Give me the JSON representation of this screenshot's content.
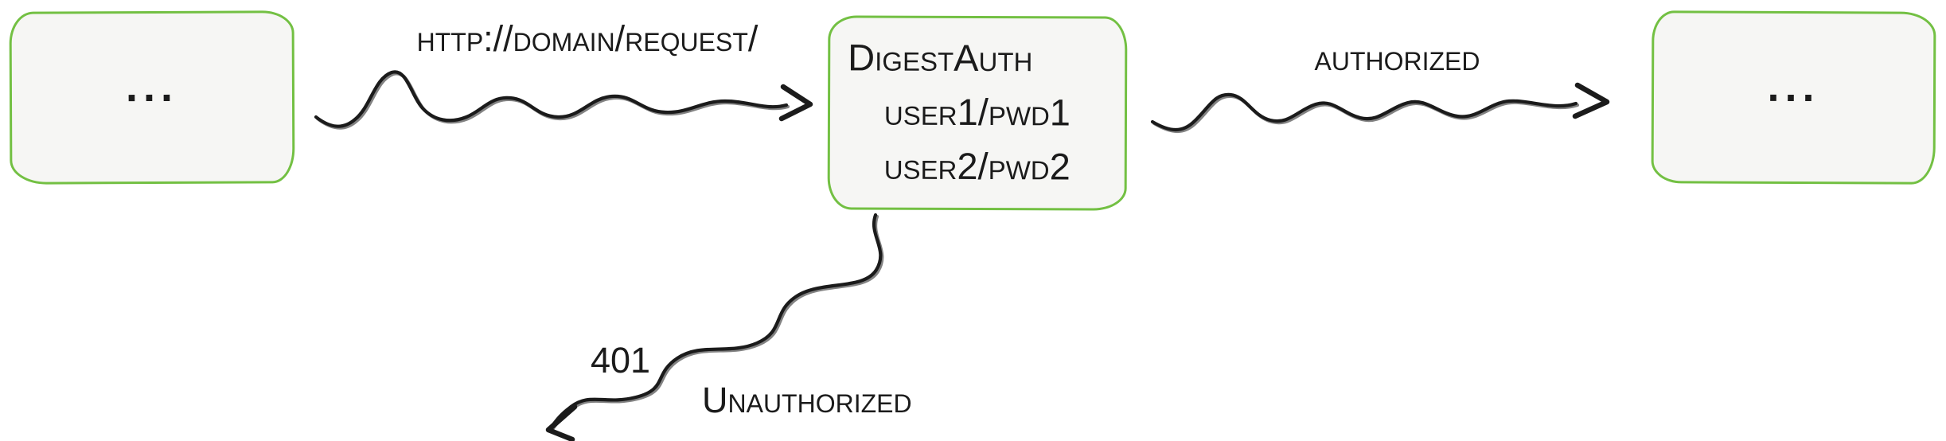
{
  "nodes": {
    "client": {
      "label": "..."
    },
    "auth_server": {
      "title": "DigestAuth",
      "credentials": [
        "user1/pwd1",
        "user2/pwd2"
      ]
    },
    "result": {
      "label": "..."
    }
  },
  "edges": {
    "request": {
      "label": "http://domain/request/"
    },
    "authorized": {
      "label": "authorized"
    },
    "unauthorized": {
      "code": "401",
      "label": "Unauthorized"
    }
  },
  "colors": {
    "node_border": "#73c043",
    "node_fill": "#f6f6f4",
    "ink": "#1b1b1b"
  }
}
